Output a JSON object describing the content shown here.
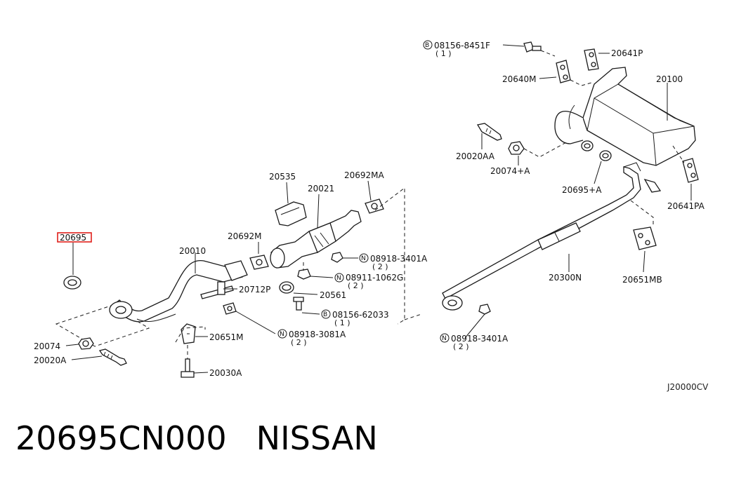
{
  "caption": {
    "part_number": "20695CN000",
    "brand": "NISSAN"
  },
  "diagram": {
    "figure_code": "J20000CV",
    "highlighted_label": "20695",
    "labels": {
      "p20695": "20695",
      "p20074": "20074",
      "p20020A": "20020A",
      "p20010": "20010",
      "p20692M": "20692M",
      "p20535": "20535",
      "p20021": "20021",
      "p20692MA": "20692MA",
      "p20712P": "20712P",
      "p20561": "20561",
      "p20651M": "20651M",
      "p20030A": "20030A",
      "p08918_3401A_a": "08918-3401A",
      "p08911_1062G": "08911-1062G",
      "p08156_62033": "08156-62033",
      "p08918_3081A": "08918-3081A",
      "p08156_8451F": "08156-8451F",
      "p20641P": "20641P",
      "p20640M": "20640M",
      "p20100": "20100",
      "p20020AA": "20020AA",
      "p20074A": "20074+A",
      "p20695A": "20695+A",
      "p20641PA": "20641PA",
      "p20651MB": "20651MB",
      "p20300N": "20300N",
      "p08918_3401A_b": "08918-3401A"
    },
    "quantities": {
      "q08918_3401A_a": "( 2 )",
      "q08911_1062G": "( 2 )",
      "q08156_62033": "( 1 )",
      "q08918_3081A": "( 2 )",
      "q08156_8451F": "( 1 )",
      "q08918_3401A_b": "( 2 )"
    },
    "prefix_symbols": {
      "n": "N",
      "b": "B"
    }
  }
}
